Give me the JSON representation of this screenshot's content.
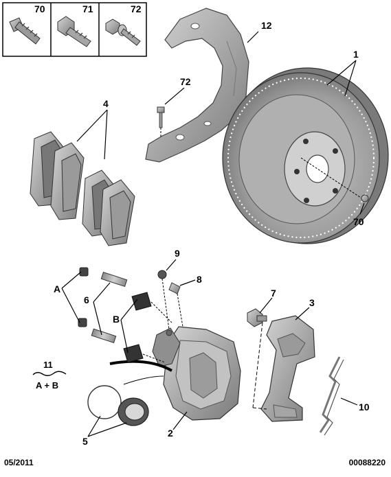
{
  "fastener_box": {
    "labels": [
      "70",
      "71",
      "72"
    ]
  },
  "callouts": {
    "disc": "1",
    "caliper": "2",
    "bracket": "3",
    "pads": "4",
    "seals": "5",
    "guide_pins": "6",
    "bracket_bolt": "7",
    "bleed_screw": "8",
    "bleed_cap": "9",
    "spring_clip": "10",
    "kit": "11",
    "dust_shield": "12",
    "shield_screw": "72",
    "disc_screw": "70",
    "group_a": "A",
    "group_b": "B"
  },
  "kit_legend": {
    "number": "11",
    "formula": "A + B"
  },
  "footer": {
    "date": "05/2011",
    "reference": "00088220"
  },
  "colors": {
    "part_fill": "#b4b4b4",
    "part_dark": "#6e6e6e",
    "line": "#000000"
  }
}
